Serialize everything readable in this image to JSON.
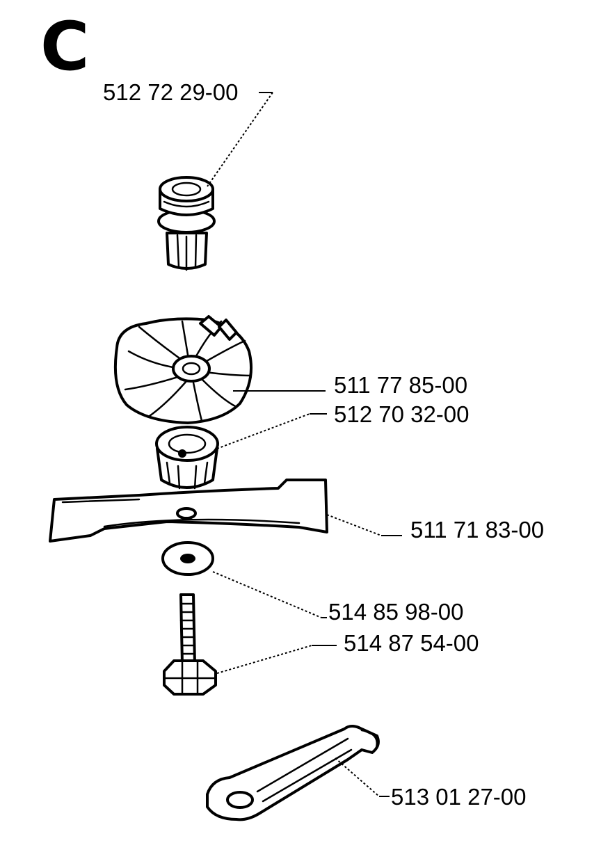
{
  "section": "C",
  "parts": [
    {
      "id": "nut-fastener",
      "number": "512 72 29-00"
    },
    {
      "id": "fan",
      "number": "511 77 85-00"
    },
    {
      "id": "hub",
      "number": "512 70 32-00"
    },
    {
      "id": "blade",
      "number": "511 71 83-00"
    },
    {
      "id": "washer",
      "number": "514 85 98-00"
    },
    {
      "id": "bolt",
      "number": "514 87 54-00"
    },
    {
      "id": "wrench",
      "number": "513 01 27-00"
    }
  ]
}
